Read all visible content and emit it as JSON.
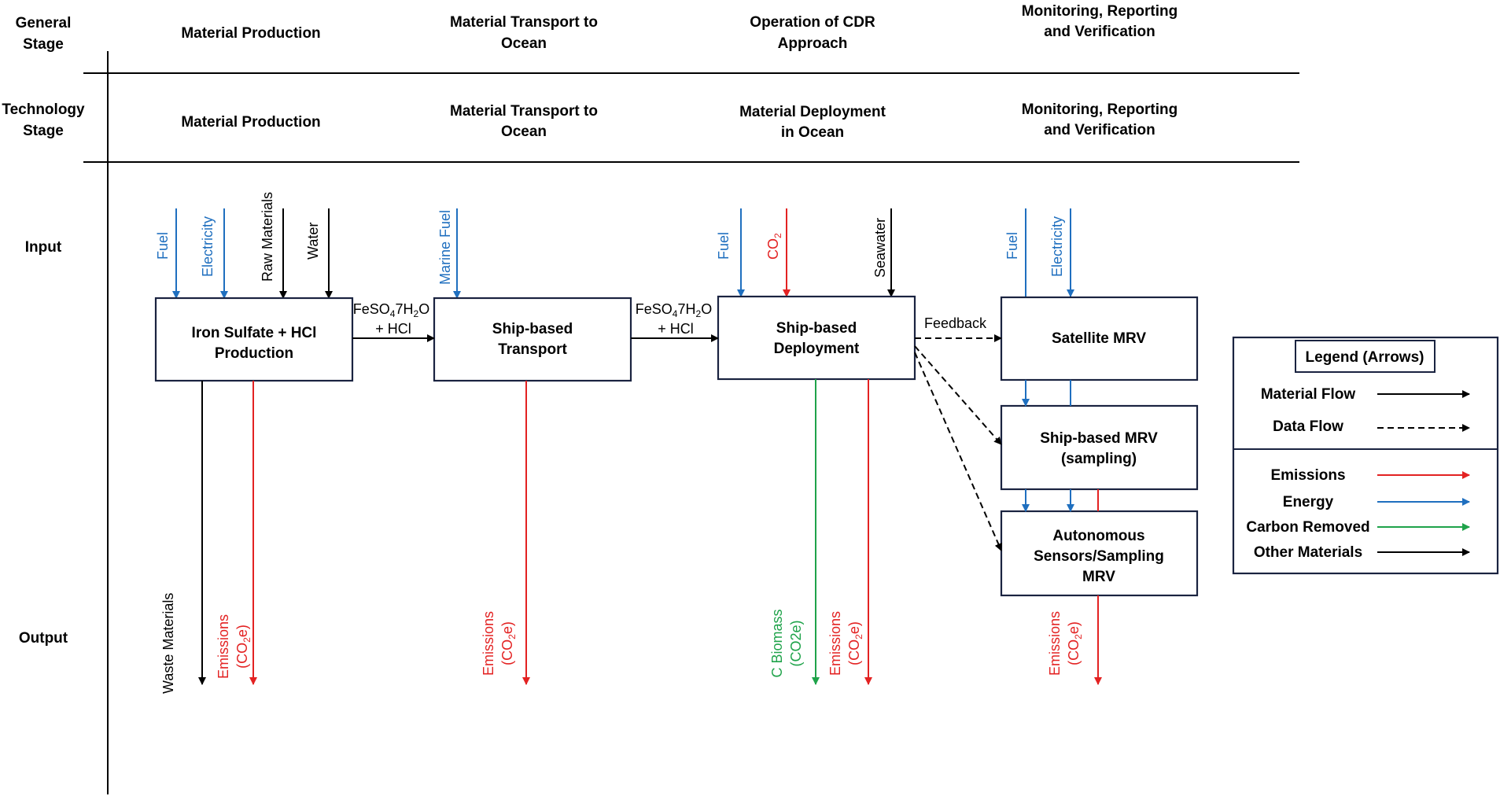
{
  "colors": {
    "material": "#000000",
    "energy": "#1f6fbf",
    "emissions": "#e32222",
    "carbon_removed": "#1fa34a",
    "box_border": "#1a2340"
  },
  "rows": {
    "general_stage": "General Stage",
    "technology_stage": "Technology Stage",
    "input": "Input",
    "output": "Output"
  },
  "general_stages": [
    "Material Production",
    "Material Transport to Ocean",
    "Operation of CDR Approach",
    "Monitoring, Reporting and Verification"
  ],
  "technology_stages": [
    "Material Production",
    "Material Transport to Ocean",
    "Material Deployment in Ocean",
    "Monitoring, Reporting and Verification"
  ],
  "process_boxes": {
    "production": "Iron Sulfate + HCl Production",
    "transport": "Ship-based Transport",
    "deployment": "Ship-based Deployment",
    "satellite_mrv": "Satellite MRV",
    "ship_mrv": "Ship-based MRV (sampling)",
    "autonomous_mrv": "Autonomous Sensors/Sampling MRV"
  },
  "flow_labels": {
    "feso4_1": "FeSO4 7H2O + HCl",
    "feso4_2": "FeSO4 7H2O + HCl",
    "feedback": "Feedback"
  },
  "inputs": {
    "production": [
      "Fuel",
      "Electricity",
      "Raw Materials",
      "Water"
    ],
    "transport": [
      "Marine Fuel"
    ],
    "deployment": [
      "Fuel",
      "CO2",
      "Seawater"
    ],
    "mrv": [
      "Fuel",
      "Electricity"
    ]
  },
  "outputs": {
    "production": [
      "Waste Materials",
      "Emissions (CO2e)"
    ],
    "transport": [
      "Emissions (CO2e)"
    ],
    "deployment": [
      "C Biomass (CO2e)",
      "Emissions (CO2e)"
    ],
    "mrv": [
      "Emissions (CO2e)"
    ]
  },
  "legend": {
    "title": "Legend (Arrows)",
    "items": [
      {
        "label": "Material Flow",
        "type": "solid",
        "color": "#000000"
      },
      {
        "label": "Data Flow",
        "type": "dashed",
        "color": "#000000"
      },
      {
        "label": "Emissions",
        "type": "solid",
        "color": "#e32222"
      },
      {
        "label": "Energy",
        "type": "solid",
        "color": "#1f6fbf"
      },
      {
        "label": "Carbon Removed",
        "type": "solid",
        "color": "#1fa34a"
      },
      {
        "label": "Other Materials",
        "type": "solid",
        "color": "#000000"
      }
    ]
  }
}
